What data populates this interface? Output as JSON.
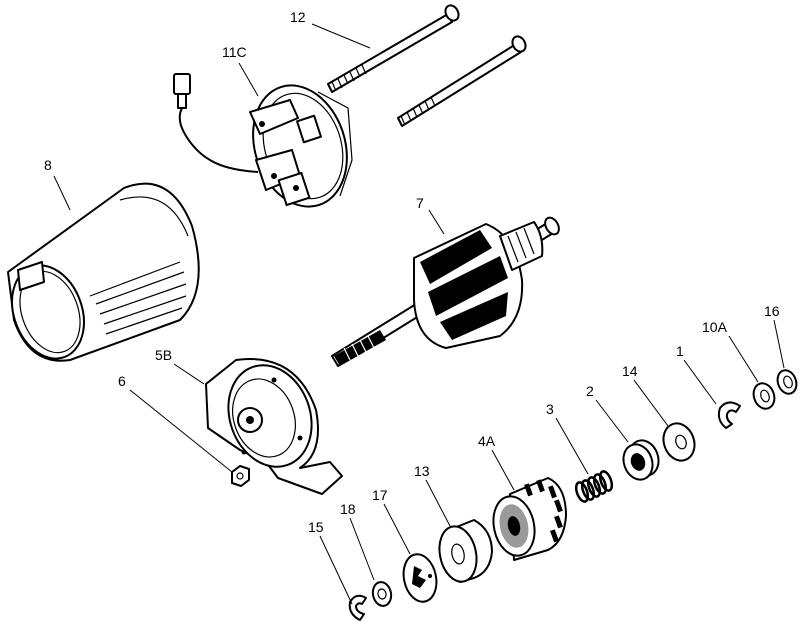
{
  "parts": [
    {
      "id": "p12",
      "label": "12",
      "icon": "through-bolt-icon"
    },
    {
      "id": "p11C",
      "label": "11C",
      "icon": "brush-holder-end-cap-icon"
    },
    {
      "id": "p8",
      "label": "8",
      "icon": "housing-tube-icon"
    },
    {
      "id": "p7",
      "label": "7",
      "icon": "armature-icon"
    },
    {
      "id": "p5B",
      "label": "5B",
      "icon": "drive-end-cap-icon"
    },
    {
      "id": "p6",
      "label": "6",
      "icon": "nut-icon"
    },
    {
      "id": "p1",
      "label": "1",
      "icon": "retaining-ring-icon"
    },
    {
      "id": "p10A",
      "label": "10A",
      "icon": "washer-icon"
    },
    {
      "id": "p16",
      "label": "16",
      "icon": "washer-icon"
    },
    {
      "id": "p14",
      "label": "14",
      "icon": "washer-icon"
    },
    {
      "id": "p2",
      "label": "2",
      "icon": "stop-nut-icon"
    },
    {
      "id": "p3",
      "label": "3",
      "icon": "spring-icon"
    },
    {
      "id": "p4A",
      "label": "4A",
      "icon": "pinion-gear-icon"
    },
    {
      "id": "p13",
      "label": "13",
      "icon": "dust-cover-icon"
    },
    {
      "id": "p17",
      "label": "17",
      "icon": "spring-washer-icon"
    },
    {
      "id": "p18",
      "label": "18",
      "icon": "washer-icon"
    },
    {
      "id": "p15",
      "label": "15",
      "icon": "retaining-ring-icon"
    }
  ]
}
